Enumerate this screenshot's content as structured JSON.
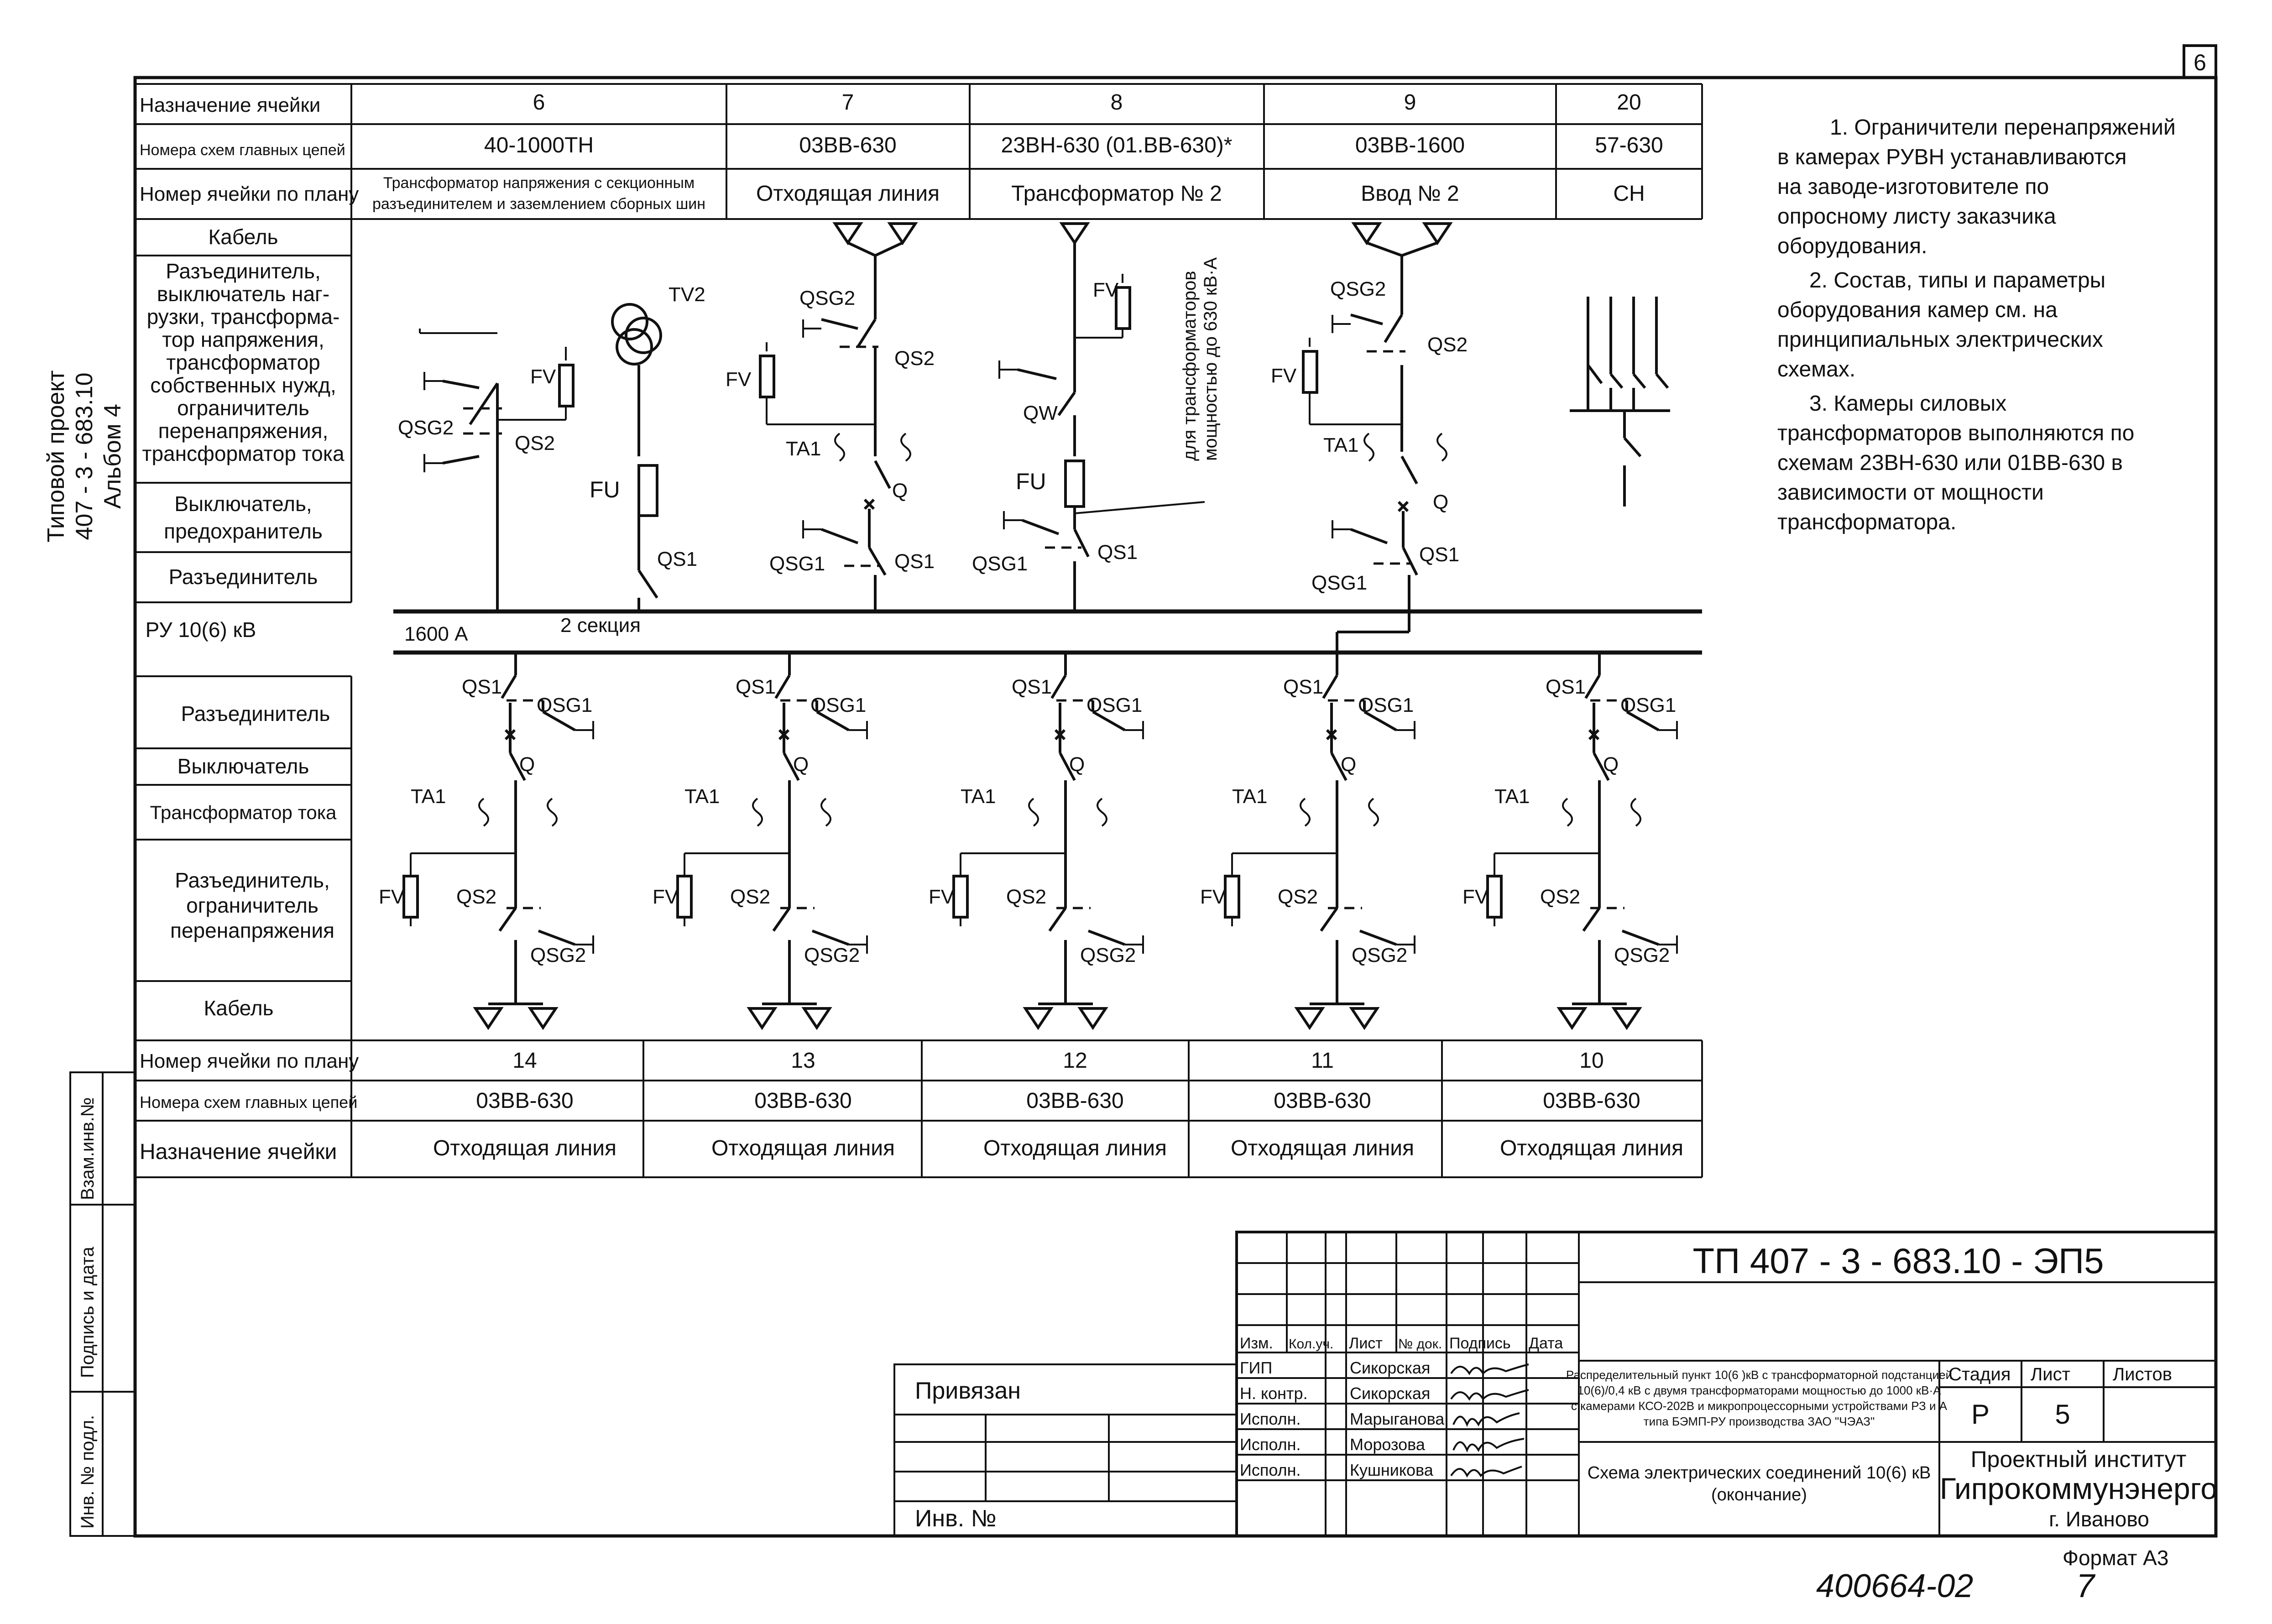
{
  "sheet_number": "6",
  "side_label": {
    "line1": "Типовой проект",
    "line2": "407 - 3 - 683.10",
    "line3": "Альбом 4"
  },
  "top_table": {
    "rows": [
      "Назначение ячейки",
      "Номера схем главных цепей",
      "Номер ячейки по плану"
    ],
    "columns": [
      {
        "num": "6",
        "scheme": "40-1000ТН",
        "plan_line1": "Трансформатор напряжения с секционным",
        "plan_line2": "разъединителем и заземлением сборных шин"
      },
      {
        "num": "7",
        "scheme": "03ВВ-630",
        "plan": "Отходящая линия"
      },
      {
        "num": "8",
        "scheme": "23ВН-630 (01.ВВ-630)*",
        "plan": "Трансформатор № 2"
      },
      {
        "num": "9",
        "scheme": "03ВВ-1600",
        "plan": "Ввод № 2"
      },
      {
        "num": "20",
        "scheme": "57-630",
        "plan": "СН"
      }
    ]
  },
  "left_labels_top": {
    "cable": "Кабель",
    "equip": [
      "Разъединитель,",
      "выключатель наг-",
      "рузки, трансформа-",
      "тор напряжения,",
      "трансформатор",
      "собственных нужд,",
      "ограничитель",
      "перенапряжения,",
      "трансформатор тока"
    ],
    "breaker": [
      "Выключатель,",
      "предохранитель"
    ],
    "disconnector": "Разъединитель",
    "ru": "РУ 10(6) кВ"
  },
  "left_labels_bottom": {
    "disconnector": "Разъединитель",
    "breaker": "Выключатель",
    "ct": "Трансформатор тока",
    "disc_arrester": [
      "Разъединитель,",
      "ограничитель",
      "перенапряжения"
    ],
    "cable": "Кабель"
  },
  "bus": {
    "current": "1600 А",
    "section": "2 секция"
  },
  "symbols": {
    "qs1": "QS1",
    "qs2": "QS2",
    "qsg1": "QSG1",
    "qsg2": "QSG2",
    "ta1": "TA1",
    "q": "Q",
    "fv": "FV",
    "fu": "FU",
    "tv2": "TV2",
    "qw": "QW"
  },
  "transformer_note": {
    "line1": "для трансформаторов",
    "line2": "мощностью до 630 кВ·А"
  },
  "notes": [
    "1. Ограничители перенапряжений",
    "в камерах РУВН устанавливаются",
    "на заводе-изготовителе по",
    "опросному листу заказчика",
    "оборудования.",
    "2. Состав, типы и параметры",
    "оборудования камер см. на",
    "принципиальных электрических",
    "схемах.",
    "3. Камеры силовых",
    "трансформаторов выполняются по",
    "схемам 23ВН-630 или 01ВВ-630 в",
    "зависимости от мощности",
    "трансформатора."
  ],
  "bottom_table": {
    "rows": [
      "Номер ячейки по плану",
      "Номера схем главных цепей",
      "Назначение ячейки"
    ],
    "columns": [
      {
        "num": "14",
        "scheme": "03ВВ-630",
        "purpose": "Отходящая линия"
      },
      {
        "num": "13",
        "scheme": "03ВВ-630",
        "purpose": "Отходящая линия"
      },
      {
        "num": "12",
        "scheme": "03ВВ-630",
        "purpose": "Отходящая линия"
      },
      {
        "num": "11",
        "scheme": "03ВВ-630",
        "purpose": "Отходящая линия"
      },
      {
        "num": "10",
        "scheme": "03ВВ-630",
        "purpose": "Отходящая линия"
      }
    ]
  },
  "side_stamp": [
    "Взам.инв.№",
    "Подпись и дата",
    "Инв. № подл."
  ],
  "title_block": {
    "code": "ТП  407 - 3 - 683.10 - ЭП5",
    "headers": [
      "Изм.",
      "Кол.уч.",
      "Лист",
      "№ док.",
      "Подпись",
      "Дата"
    ],
    "people": [
      {
        "role": "ГИП",
        "name": "Сикорская"
      },
      {
        "role": "Н. контр.",
        "name": "Сикорская"
      },
      {
        "role": "Исполн.",
        "name": "Марыганова"
      },
      {
        "role": "Исполн.",
        "name": "Морозова"
      },
      {
        "role": "Исполн.",
        "name": "Кушникова"
      }
    ],
    "privyazan": "Привязан",
    "inv": "Инв. №",
    "description": [
      "Распределительный пункт 10(6 )кВ с трансформаторной подстанцией",
      "10(6)/0,4 кВ с двумя трансформаторами мощностью до 1000 кВ·А",
      "с камерами КСО-202В и микропроцессорными устройствами РЗ и А",
      "типа БЭМП-РУ  производства ЗАО \"ЧЭАЗ\""
    ],
    "scheme_title": [
      "Схема электрических соединений 10(6) кВ",
      "(окончание)"
    ],
    "stage_header": "Стадия",
    "sheet_header": "Лист",
    "sheets_header": "Листов",
    "stage": "Р",
    "sheet": "5",
    "institute": [
      "Проектный институт",
      "Гипрокоммунэнерго",
      "г. Иваново"
    ]
  },
  "format": "Формат А3",
  "handwritten": {
    "number": "400664-02",
    "page": "7"
  }
}
